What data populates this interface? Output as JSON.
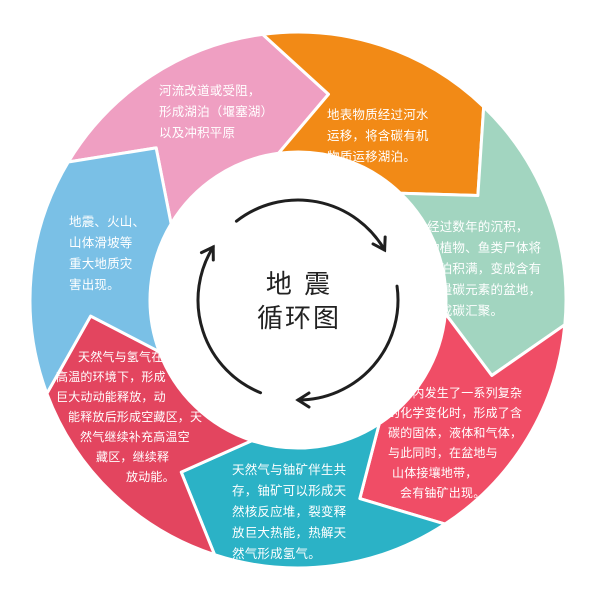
{
  "center": {
    "title_line1": "地 震",
    "title_line2": "循环图"
  },
  "segments": [
    {
      "id": "top-left",
      "color": "#ef9fc2",
      "lines": [
        "河流改道或受阻，",
        "形成湖泊（堰塞湖）",
        "以及冲积平原"
      ]
    },
    {
      "id": "top-right",
      "color": "#f28a16",
      "lines": [
        "地表物质经过河水",
        "运移，将含碳有机",
        "物质运移湖泊。"
      ]
    },
    {
      "id": "right",
      "color": "#a2d5c0",
      "lines": [
        "经过数年的沉积，",
        "动植物、鱼类尸体将",
        "湖泊积满，变成含有",
        "大量碳元素的盆地，",
        "完成碳汇聚。"
      ]
    },
    {
      "id": "bottom-right",
      "color": "#f04d66",
      "lines": [
        "盆地内发生了一系列复杂",
        "的化学变化时，形成了含",
        "碳的固体，液体和气体，",
        "与此同时，在盆地与",
        "山体接壤地带，",
        "会有铀矿出现。"
      ]
    },
    {
      "id": "bottom",
      "color": "#2bb2c6",
      "lines": [
        "天然气与铀矿伴生共",
        "存，铀矿可以形成天",
        "然核反应堆，裂变释",
        "放巨大热能，热解天",
        "然气形成氢气。"
      ]
    },
    {
      "id": "bottom-left",
      "color": "#e3455f",
      "lines": [
        "天然气与氢气在",
        "高温的环境下，形成",
        "巨大动动能释放，动",
        "能释放后形成空藏区，天",
        "然气继续补充高温空",
        "藏区，继续释",
        "放动能。"
      ]
    },
    {
      "id": "left",
      "color": "#7ac0e6",
      "lines": [
        "地震、火山、",
        "山体滑坡等",
        "重大地质灾",
        "害出现。"
      ]
    }
  ]
}
